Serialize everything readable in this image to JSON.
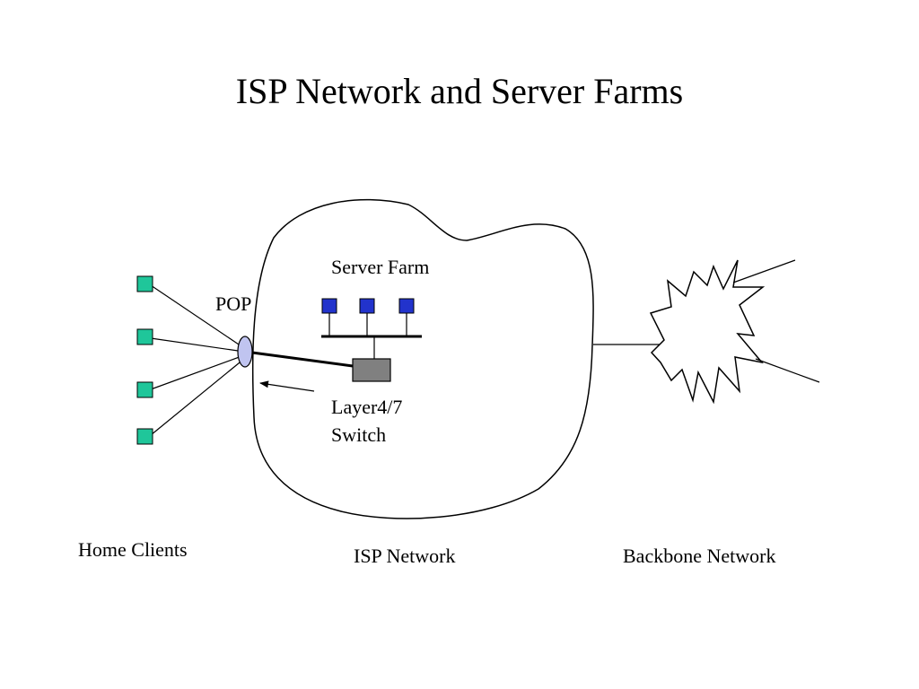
{
  "slide": {
    "title": "ISP Network and Server Farms"
  },
  "labels": {
    "server_farm": "Server Farm",
    "pop": "POP",
    "switch_line1": "Layer4/7",
    "switch_line2": "Switch",
    "home_clients": "Home Clients",
    "isp_network": "ISP Network",
    "backbone_network": "Backbone Network"
  },
  "colors": {
    "client_node": "#1fc69a",
    "server_node": "#2233cc",
    "switch_box": "#808080",
    "pop_node": "#c0c4f0",
    "line": "#000000"
  }
}
